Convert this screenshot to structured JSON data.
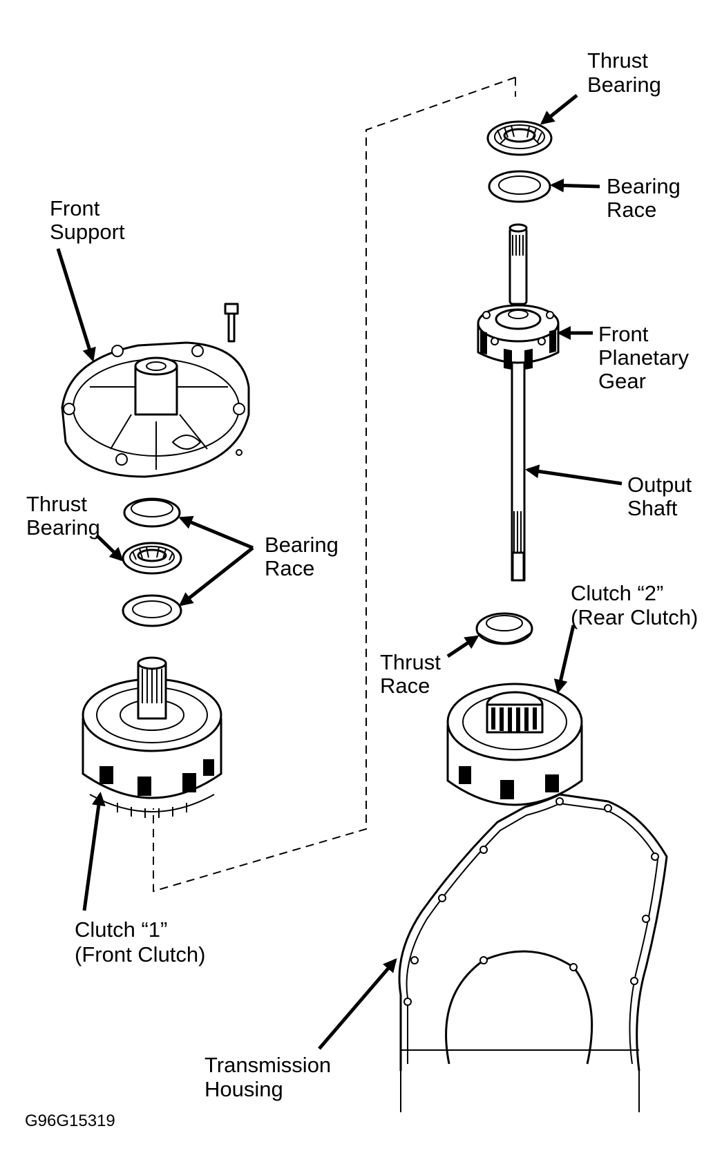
{
  "labels": {
    "thrust_bearing_top": [
      "Thrust",
      "Bearing"
    ],
    "bearing_race_top": [
      "Bearing",
      "Race"
    ],
    "front_support": [
      "Front",
      "Support"
    ],
    "front_planetary_gear": [
      "Front",
      "Planetary",
      "Gear"
    ],
    "output_shaft": [
      "Output",
      "Shaft"
    ],
    "thrust_bearing_left": [
      "Thrust",
      "Bearing"
    ],
    "bearing_race_left": [
      "Bearing",
      "Race"
    ],
    "clutch_2": [
      "Clutch “2”",
      "(Rear Clutch)"
    ],
    "thrust_race": [
      "Thrust",
      "Race"
    ],
    "clutch_1": [
      "Clutch “1”",
      "(Front Clutch)"
    ],
    "transmission_housing": [
      "Transmission",
      "Housing"
    ]
  },
  "figure_code": "G96G15319"
}
